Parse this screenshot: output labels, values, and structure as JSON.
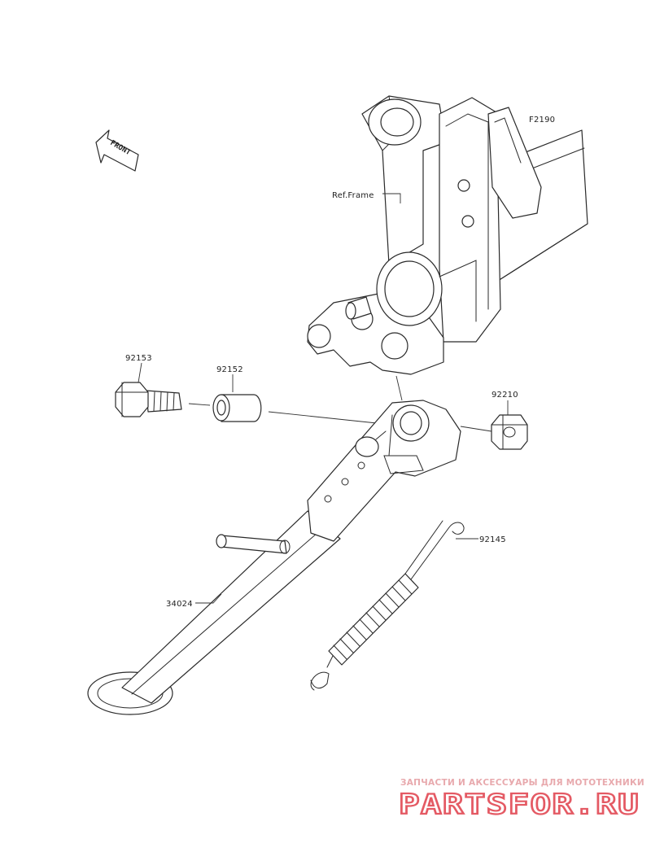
{
  "figure_code": "F2190",
  "ref_frame_label": "Ref.Frame",
  "front_label": "FRONT",
  "parts": {
    "bolt": "92153",
    "collar": "92152",
    "nut": "92210",
    "spring": "92145",
    "side_stand": "34024"
  },
  "watermark": {
    "subtitle": "ЗАПЧАСТИ И АКСЕССУАРЫ ДЛЯ МОТОТЕХНИКИ",
    "brand": "PARTSFOR.RU"
  }
}
